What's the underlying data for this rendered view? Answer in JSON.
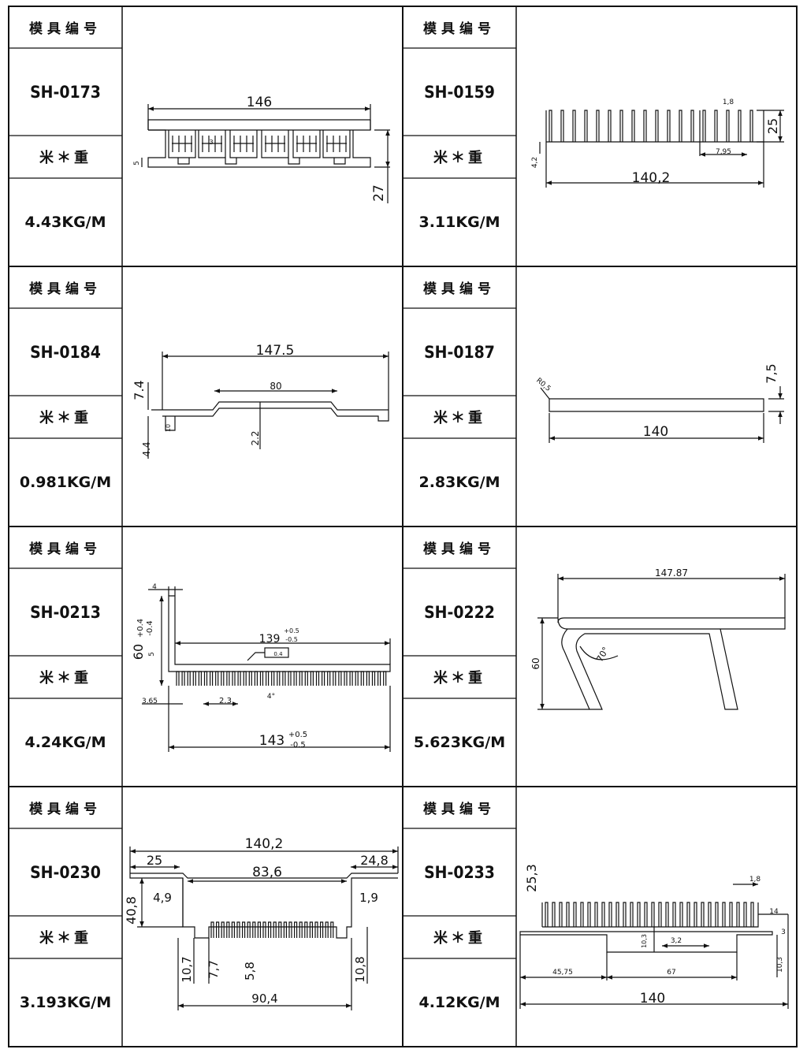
{
  "page": {
    "rows": [
      {
        "left": {
          "mold_label": "模具编号",
          "code": "SH-0173",
          "weight_label": "米＊重",
          "weight": "4.43KG/M",
          "dims": {
            "width": "146",
            "height": "27",
            "a": "5",
            "b": "3"
          }
        },
        "right": {
          "mold_label": "模具编号",
          "code": "SH-0159",
          "weight_label": "米＊重",
          "weight": "3.11KG/M",
          "dims": {
            "width": "140,2",
            "height": "25",
            "fin": "1,8",
            "pitch": "7,95",
            "base": "4,2"
          }
        }
      },
      {
        "left": {
          "mold_label": "模具编号",
          "code": "SH-0184",
          "weight_label": "米＊重",
          "weight": "0.981KG/M",
          "dims": {
            "width": "147.5",
            "mid": "80",
            "height": "7.4",
            "base": "4.4",
            "rib": "2.2",
            "tab": "10"
          }
        },
        "right": {
          "mold_label": "模具编号",
          "code": "SH-0187",
          "weight_label": "米＊重",
          "weight": "2.83KG/M",
          "dims": {
            "width": "140",
            "height": "7,5",
            "radius": "R0,5"
          }
        }
      },
      {
        "left": {
          "mold_label": "模具编号",
          "code": "SH-0213",
          "weight_label": "米＊重",
          "weight": "4.24KG/M",
          "dims": {
            "top": "4",
            "height": "60",
            "height_tol_plus": "+0.4",
            "height_tol_minus": "-0.4",
            "inner": "139",
            "inner_tol_plus": "+0.5",
            "inner_tol_minus": "-0.5",
            "wall": "5",
            "note": "0.4",
            "edge": "3.65",
            "pitch": "2.3",
            "angle": "4°",
            "width": "143",
            "width_tol_plus": "+0.5",
            "width_tol_minus": "-0.5"
          }
        },
        "right": {
          "mold_label": "模具编号",
          "code": "SH-0222",
          "weight_label": "米＊重",
          "weight": "5.623KG/M",
          "dims": {
            "width": "147.87",
            "height": "60",
            "angle": "70°"
          }
        }
      },
      {
        "left": {
          "mold_label": "模具编号",
          "code": "SH-0230",
          "weight_label": "米＊重",
          "weight": "3.193KG/M",
          "dims": {
            "width": "140,2",
            "l_flange": "25",
            "r_flange": "24,8",
            "inner": "83,6",
            "height": "40,8",
            "l_wall": "4,9",
            "r_wall": "1,9",
            "l_foot": "10,7",
            "gap": "7,7",
            "fin": "5,8",
            "r_foot": "10,8",
            "bottom": "90,4"
          }
        },
        "right": {
          "mold_label": "模具编号",
          "code": "SH-0233",
          "weight_label": "米＊重",
          "weight": "4.12KG/M",
          "dims": {
            "height": "25,3",
            "fin": "1,8",
            "step": "14",
            "base": "3",
            "rib": "10,3",
            "pitch": "3,2",
            "left": "45,75",
            "mid": "67",
            "right_h": "10,3",
            "width": "140"
          }
        }
      }
    ]
  }
}
